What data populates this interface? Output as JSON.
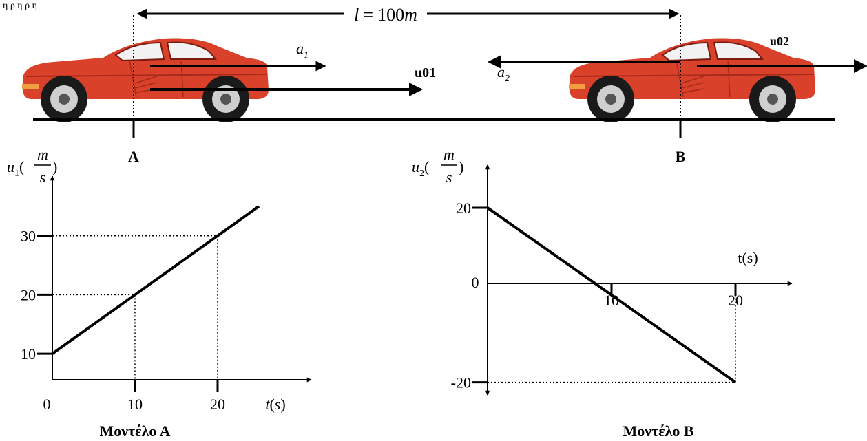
{
  "header_fragment": "η ρ        η      ρ    η",
  "distance": {
    "var": "l",
    "eq": "=",
    "value": "100",
    "unit": "m"
  },
  "accel_1": {
    "base": "a",
    "sub": "1"
  },
  "accel_2": {
    "base": "a",
    "sub": "2"
  },
  "velocity_1": "u01",
  "velocity_2": "u02",
  "point_a": "A",
  "point_b": "B",
  "colors": {
    "car_body": "#d9412a",
    "car_shadow": "#a52a1a",
    "ink": "#000000"
  },
  "icons": [
    "red-sports-car-icon",
    "red-sports-car-icon"
  ],
  "chart_data": [
    {
      "type": "line",
      "title": "Μοντέλο  Α",
      "ylabel": {
        "var": "u",
        "sub": "1",
        "num": "m",
        "den": "s"
      },
      "xlabel": {
        "var": "t",
        "unit": "s"
      },
      "origin_label": "0",
      "xticks": [
        "10",
        "20"
      ],
      "yticks": [
        "10",
        "20",
        "30"
      ],
      "xlim": [
        0,
        30
      ],
      "ylim": [
        5,
        40
      ],
      "series": [
        {
          "x": [
            0,
            25
          ],
          "y": [
            10,
            35
          ]
        }
      ],
      "guides": [
        {
          "x": 10,
          "y": 20
        },
        {
          "x": 20,
          "y": 30
        }
      ]
    },
    {
      "type": "line",
      "title": "Μοντέλο  Β",
      "ylabel": {
        "var": "u",
        "sub": "2",
        "num": "m",
        "den": "s"
      },
      "xlabel": {
        "text": "t(s)"
      },
      "origin_label": "0",
      "xticks": [
        "10",
        "20"
      ],
      "yticks": [
        "20",
        "-20"
      ],
      "xlim": [
        0,
        24
      ],
      "ylim": [
        -27,
        29
      ],
      "series": [
        {
          "x": [
            0,
            20
          ],
          "y": [
            20,
            -20
          ]
        }
      ],
      "guides": [
        {
          "x": 20,
          "y": -20
        }
      ]
    }
  ]
}
